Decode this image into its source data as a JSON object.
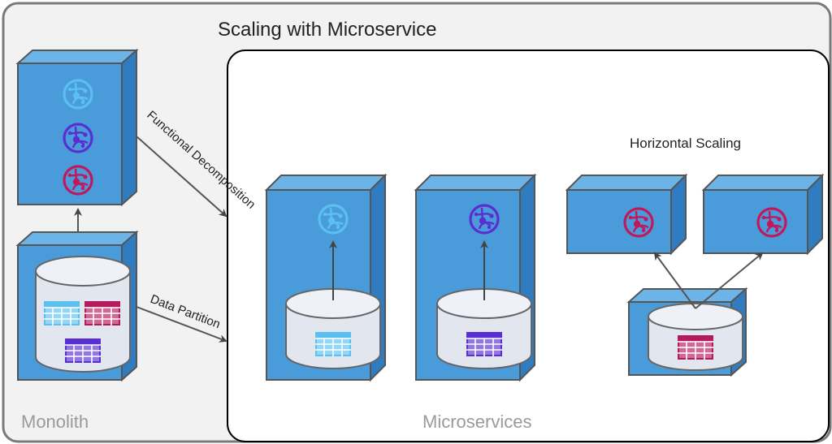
{
  "title": "Scaling with Microservice",
  "labels": {
    "monolith": "Monolith",
    "microservices": "Microservices",
    "horizontal_scaling": "Horizontal Scaling",
    "functional_decomposition": "Functional Decomposition",
    "data_partition": "Data Partition"
  },
  "colors": {
    "box_front": "#4a9bd9",
    "box_top": "#6cb4e8",
    "box_side": "#2f7cc0",
    "outer_bg": "#f2f2f2",
    "service_light": "#5bc0f0",
    "service_purple": "#5a2ed0",
    "service_magenta": "#c2185b",
    "table_light": "#5bc0f0",
    "table_magenta": "#b5195e",
    "table_purple": "#5a2ed0"
  },
  "icons": {
    "service": "web-service-globe-icon",
    "table": "database-table-icon",
    "database": "database-cylinder-icon"
  }
}
